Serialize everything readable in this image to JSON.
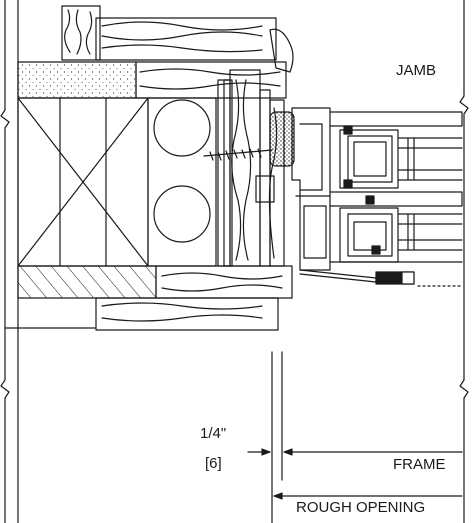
{
  "labels": {
    "jamb": "JAMB",
    "gap_fraction": "1/4\"",
    "gap_mm": "[6]",
    "frame": "FRAME",
    "rough_opening": "ROUGH OPENING"
  },
  "colors": {
    "line": "#1a1a1a",
    "fill": "#ffffff",
    "gasket": "#1a1a1a"
  }
}
